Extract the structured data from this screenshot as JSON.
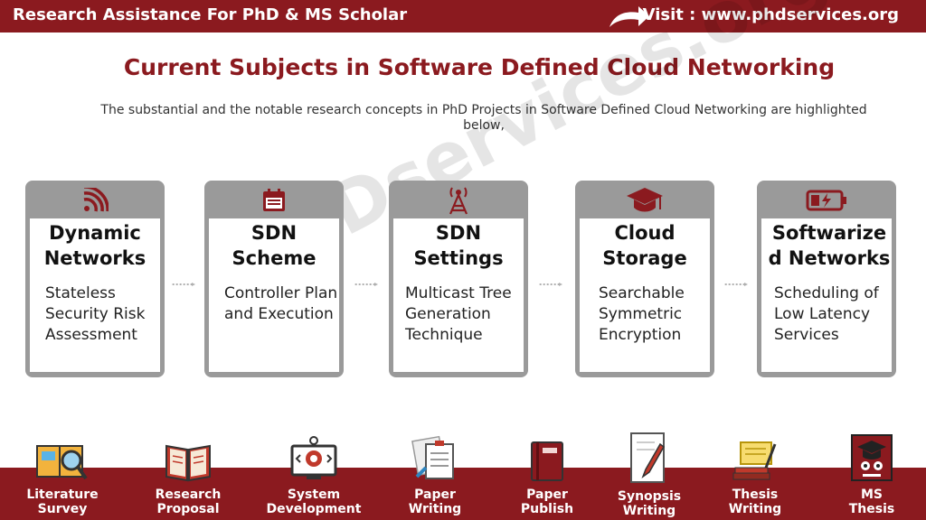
{
  "header": {
    "brand": "Research Assistance For PhD & MS Scholar",
    "visit": "Visit : www.phdservices.org"
  },
  "title": "Current Subjects in Software Defined Cloud Networking",
  "subtitle": "The substantial and the notable research concepts in PhD Projects in Software Defined Cloud Networking are highlighted below,",
  "watermark": "PhDservices.org",
  "cards": [
    {
      "icon": "wireless-signal-icon",
      "title": "Dynamic Networks",
      "desc": "Stateless Security Risk Assessment"
    },
    {
      "icon": "calendar-icon",
      "title": "SDN Scheme",
      "desc": "Controller Plan and Execution"
    },
    {
      "icon": "antenna-tower-icon",
      "title": "SDN Settings",
      "desc": "Multicast Tree Generation Technique"
    },
    {
      "icon": "graduation-cap-icon",
      "title": "Cloud Storage",
      "desc": "Searchable Symmetric Encryption"
    },
    {
      "icon": "battery-charging-icon",
      "title": "Softwarized Networks",
      "desc": "Scheduling of Low Latency Services"
    }
  ],
  "footer": [
    {
      "icon": "literature-survey-icon",
      "line1": "Literature",
      "line2": "Survey"
    },
    {
      "icon": "research-proposal-icon",
      "line1": "Research",
      "line2": "Proposal"
    },
    {
      "icon": "system-development-icon",
      "line1": "System",
      "line2": "Development"
    },
    {
      "icon": "paper-writing-icon",
      "line1": "Paper",
      "line2": "Writing"
    },
    {
      "icon": "paper-publish-icon",
      "line1": "Paper",
      "line2": "Publish"
    },
    {
      "icon": "synopsis-writing-icon",
      "line1": "Synopsis",
      "line2": "Writing"
    },
    {
      "icon": "thesis-writing-icon",
      "line1": "Thesis",
      "line2": "Writing"
    },
    {
      "icon": "ms-thesis-icon",
      "line1": "MS",
      "line2": "Thesis"
    }
  ],
  "colors": {
    "brand": "#8b1a1f",
    "card_frame": "#9a9a9a"
  }
}
